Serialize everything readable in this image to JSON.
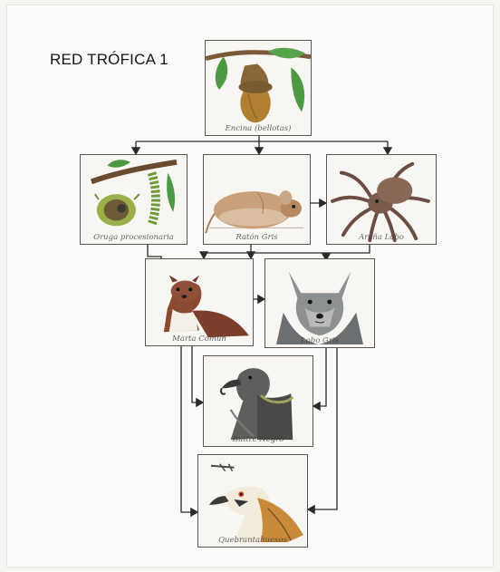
{
  "title": "RED TRÓFICA 1",
  "colors": {
    "paper": "#fbfbf9",
    "line": "#2a2a2a",
    "leaf": "#4e9a44",
    "acorn": "#a8772c",
    "brown": "#8a5a3a",
    "grey": "#6f7275"
  },
  "nodes": [
    {
      "id": "encina",
      "label": "Encina (bellotas)",
      "icon": "acorn-icon"
    },
    {
      "id": "oruga",
      "label": "Oruga procesionaria",
      "icon": "caterpillar-icon"
    },
    {
      "id": "raton",
      "label": "Ratón Gris",
      "icon": "mouse-icon"
    },
    {
      "id": "arana",
      "label": "Araña Lobo",
      "icon": "spider-icon"
    },
    {
      "id": "marta",
      "label": "Marta Común",
      "icon": "marten-icon"
    },
    {
      "id": "lobo",
      "label": "Lobo Gris",
      "icon": "wolf-icon"
    },
    {
      "id": "buitre",
      "label": "Buitre Negro",
      "icon": "vulture-icon"
    },
    {
      "id": "quebrantahuesos",
      "label": "Quebrantahuesos",
      "icon": "bearded-vulture-icon"
    }
  ],
  "edges": [
    [
      "encina",
      "oruga"
    ],
    [
      "encina",
      "raton"
    ],
    [
      "encina",
      "arana"
    ],
    [
      "raton",
      "arana"
    ],
    [
      "oruga",
      "marta"
    ],
    [
      "raton",
      "marta"
    ],
    [
      "arana",
      "marta"
    ],
    [
      "arana",
      "lobo"
    ],
    [
      "marta",
      "lobo"
    ],
    [
      "marta",
      "buitre"
    ],
    [
      "lobo",
      "buitre"
    ],
    [
      "marta",
      "quebrantahuesos"
    ],
    [
      "lobo",
      "quebrantahuesos"
    ]
  ]
}
